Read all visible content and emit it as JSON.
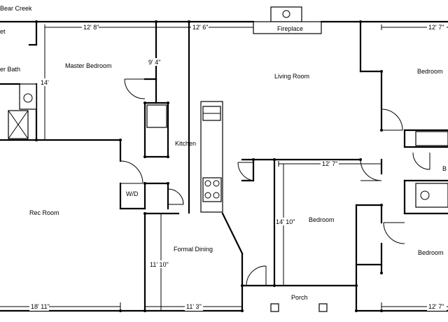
{
  "title": "Bear Creek",
  "rooms": {
    "closet_fragment": "et",
    "master_bath_fragment": "er Bath",
    "master_bedroom": "Master Bedroom",
    "living_room": "Living Room",
    "bedroom_ne": "Bedroom",
    "kitchen": "Kitchen",
    "bath_fragment": "B",
    "wd": "W/D",
    "rec_room": "Rec Room",
    "bedroom_center": "Bedroom",
    "formal_dining": "Formal Dining",
    "bedroom_se": "Bedroom",
    "porch": "Porch",
    "fireplace": "Fireplace"
  },
  "dimensions": {
    "master_width": "12' 8\"",
    "living_width": "12' 6\"",
    "bed_ne_width": "12' 7\"",
    "master_closet_height": "9' 4\"",
    "master_height": "14'",
    "bed_center_width": "12' 7\"",
    "bed_center_height": "14' 10\"",
    "dining_height": "11' 10\"",
    "rec_width": "18' 11\"",
    "dining_width": "11' 3\"",
    "bed_se_width": "12' 7\""
  }
}
